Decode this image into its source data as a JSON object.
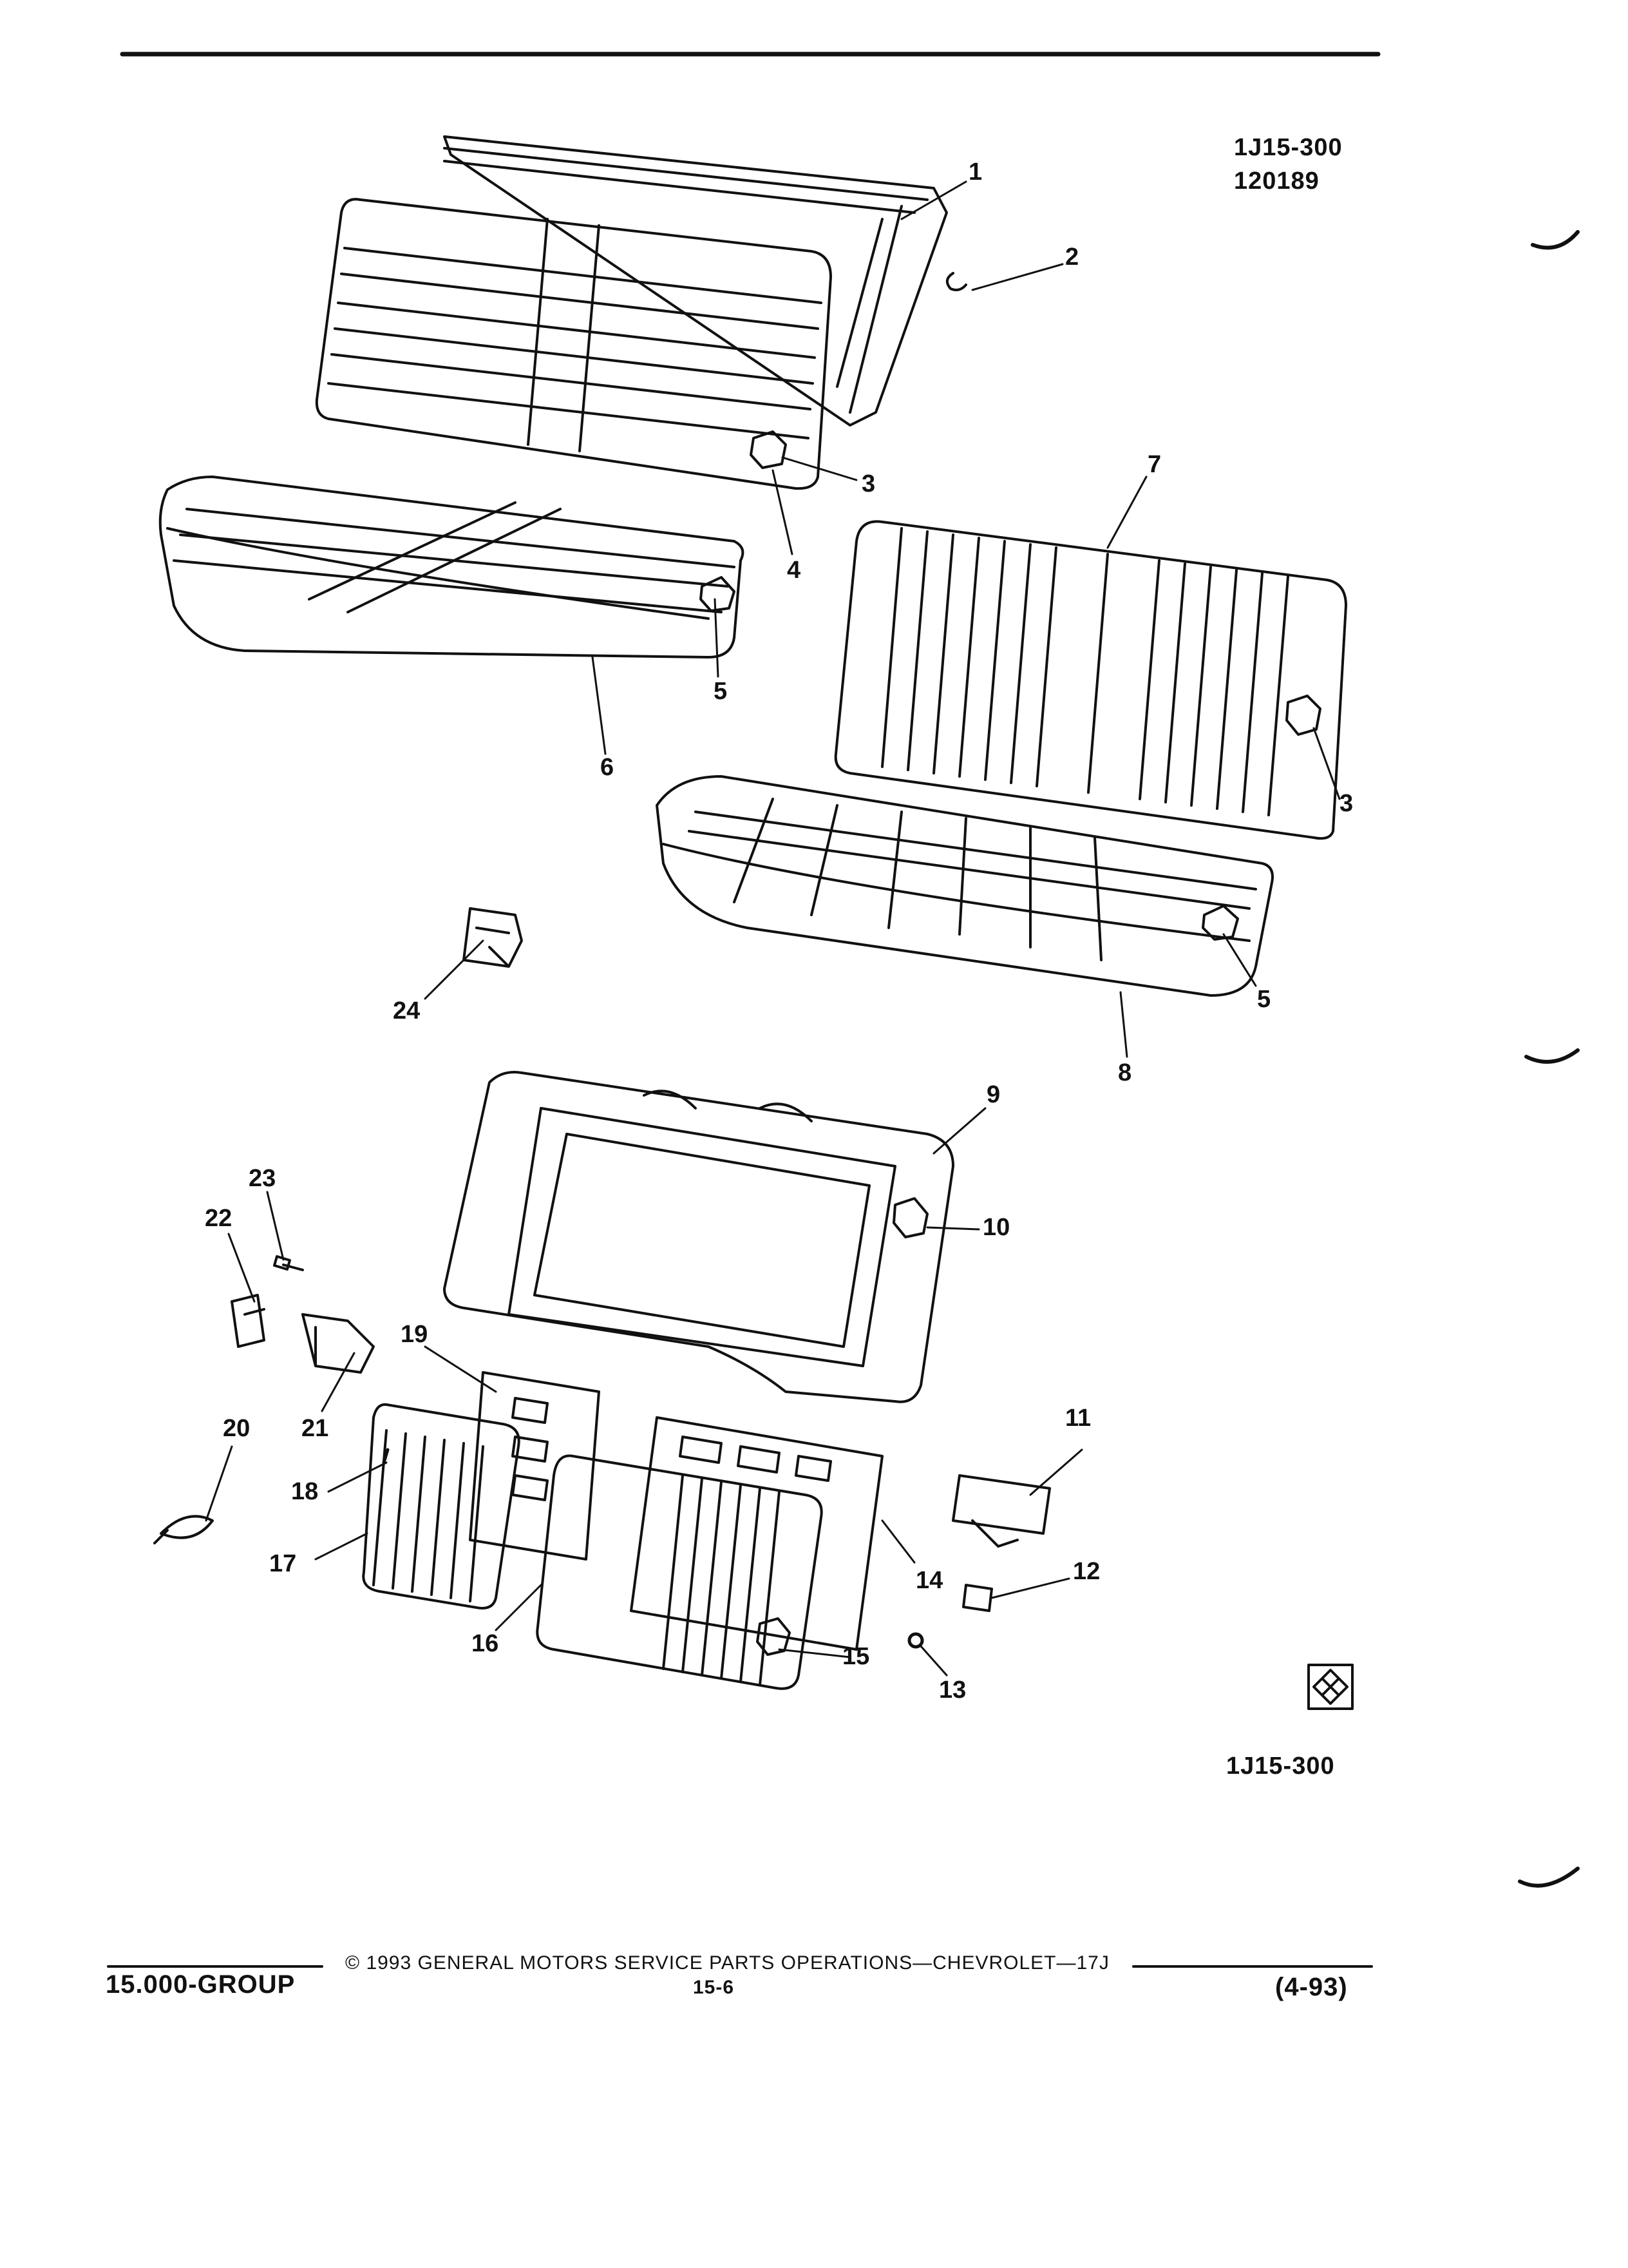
{
  "header": {
    "code_top": "1J15-300",
    "code_num": "120189"
  },
  "figure_code_bottom": "1J15-300",
  "callouts": [
    "1",
    "2",
    "3",
    "4",
    "5",
    "6",
    "7",
    "3",
    "5",
    "8",
    "24",
    "9",
    "10",
    "23",
    "22",
    "19",
    "21",
    "20",
    "18",
    "17",
    "16",
    "11",
    "12",
    "14",
    "15",
    "13"
  ],
  "footer": {
    "group": "15.000-GROUP",
    "copyright": "© 1993 GENERAL MOTORS SERVICE PARTS OPERATIONS—CHEVROLET—17J",
    "page": "15-6",
    "date": "(4-93)"
  }
}
